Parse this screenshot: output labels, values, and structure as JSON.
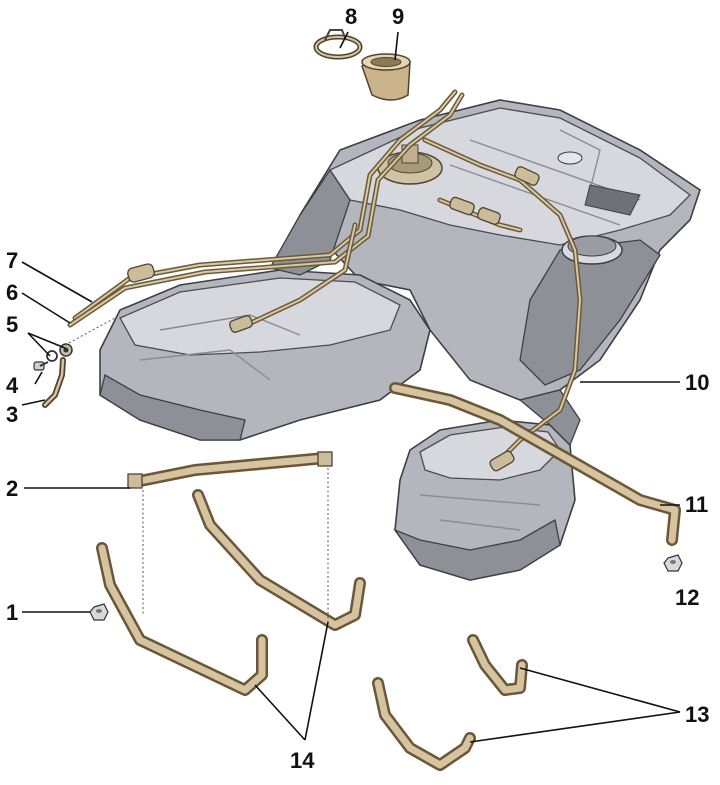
{
  "callouts": [
    {
      "id": "c1",
      "text": "1"
    },
    {
      "id": "c2",
      "text": "2"
    },
    {
      "id": "c3",
      "text": "3"
    },
    {
      "id": "c4",
      "text": "4"
    },
    {
      "id": "c5",
      "text": "5"
    },
    {
      "id": "c6",
      "text": "6"
    },
    {
      "id": "c7",
      "text": "7"
    },
    {
      "id": "c8",
      "text": "8"
    },
    {
      "id": "c9",
      "text": "9"
    },
    {
      "id": "c10",
      "text": "10"
    },
    {
      "id": "c11",
      "text": "11"
    },
    {
      "id": "c12",
      "text": "12"
    },
    {
      "id": "c13",
      "text": "13"
    },
    {
      "id": "c14",
      "text": "14"
    }
  ],
  "colors": {
    "tank": "#b4b6bd",
    "tank_highlight": "#d7d8dd",
    "pipe": "#6b5a3a",
    "strap": "#6b5637",
    "text": "#111111"
  }
}
